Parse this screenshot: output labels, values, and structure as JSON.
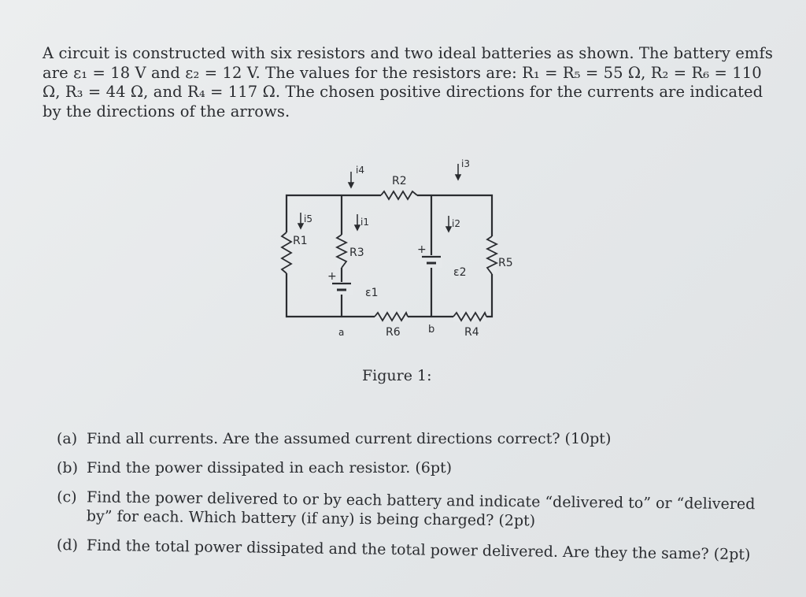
{
  "problem": {
    "text": "A circuit is constructed with six resistors and two ideal batteries as shown. The battery emfs are ε₁ = 18 V and ε₂ = 12 V. The values for the resistors are: R₁ = R₅ = 55 Ω, R₂ = R₆ = 110 Ω, R₃ = 44 Ω, and R₄ = 117 Ω. The chosen positive directions for the currents are indicated by the directions of the arrows."
  },
  "figure": {
    "caption": "Figure 1:",
    "labels": {
      "R1": "R1",
      "R2": "R2",
      "R3": "R3",
      "R4": "R4",
      "R5": "R5",
      "R6": "R6",
      "emf1": "ε1",
      "emf2": "ε2",
      "i1": "i1",
      "i2": "i2",
      "i3": "i3",
      "i4": "i4",
      "i5": "i5",
      "node_a": "a",
      "node_b": "b",
      "plus": "+"
    }
  },
  "questions": [
    {
      "letter": "(a)",
      "text": "Find all currents. Are the assumed current directions correct? (10pt)"
    },
    {
      "letter": "(b)",
      "text": "Find the power dissipated in each resistor. (6pt)"
    },
    {
      "letter": "(c)",
      "text": "Find the power delivered to or by each battery and indicate “delivered to” or “delivered by” for each. Which battery (if any) is being charged? (2pt)"
    },
    {
      "letter": "(d)",
      "text": "Find the total power dissipated and the total power delivered. Are they the same? (2pt)"
    }
  ]
}
